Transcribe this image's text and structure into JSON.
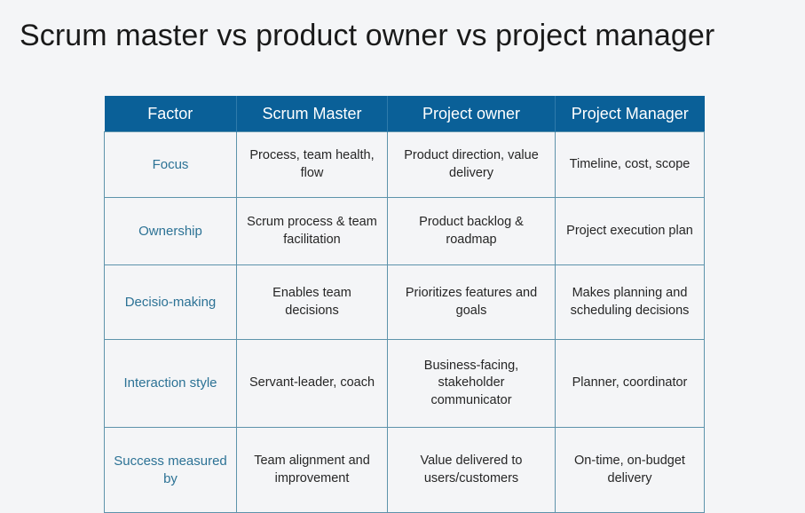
{
  "slide": {
    "title": "Scrum master vs product owner vs project manager",
    "background_color": "#f4f5f7",
    "title_color": "#1a1a1a"
  },
  "theme": {
    "header_bg": "#0a6098",
    "header_text": "#ffffff",
    "border_color": "#5d93ab",
    "factor_text": "#2c7295",
    "body_text": "#262626",
    "cell_bg": "#f4f5f7"
  },
  "table": {
    "columns": [
      "Factor",
      "Scrum Master",
      "Project owner",
      "Project Manager"
    ],
    "rows": [
      {
        "factor": "Focus",
        "scrum_master": "Process, team health, flow",
        "project_owner": "Product direction, value delivery",
        "project_manager": "Timeline, cost, scope"
      },
      {
        "factor": "Ownership",
        "scrum_master": "Scrum process & team facilitation",
        "project_owner": "Product backlog & roadmap",
        "project_manager": "Project execution plan"
      },
      {
        "factor": "Decisio-making",
        "scrum_master": "Enables team decisions",
        "project_owner": "Prioritizes features and goals",
        "project_manager": "Makes planning and scheduling decisions"
      },
      {
        "factor": "Interaction style",
        "scrum_master": "Servant-leader, coach",
        "project_owner": "Business-facing, stakeholder communicator",
        "project_manager": "Planner, coordinator"
      },
      {
        "factor": "Success measured by",
        "scrum_master": "Team alignment and improvement",
        "project_owner": "Value delivered to users/customers",
        "project_manager": "On-time, on-budget delivery"
      }
    ]
  }
}
